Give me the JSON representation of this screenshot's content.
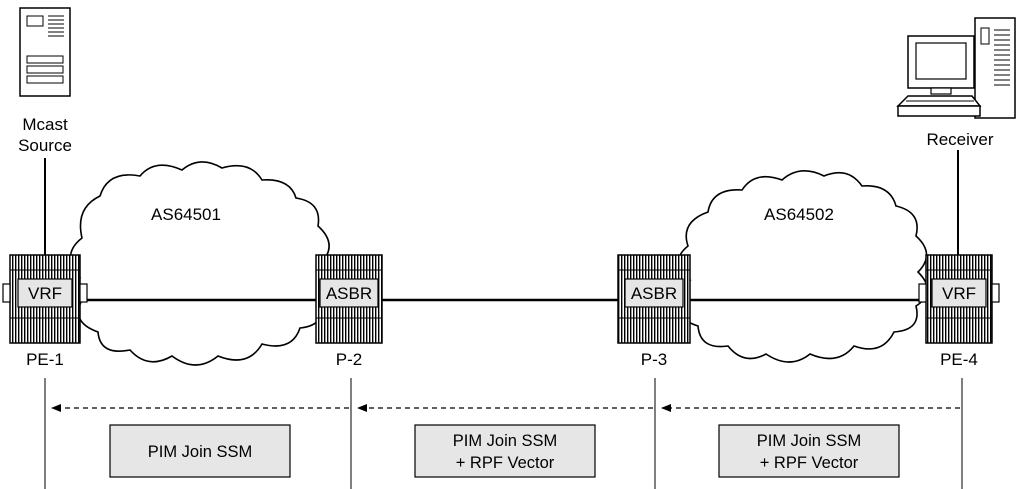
{
  "endpoints": {
    "source": {
      "line1": "Mcast",
      "line2": "Source"
    },
    "receiver": {
      "label": "Receiver"
    }
  },
  "clouds": [
    {
      "label": "AS64501"
    },
    {
      "label": "AS64502"
    }
  ],
  "routers": [
    {
      "tag": "VRF",
      "name": "PE-1"
    },
    {
      "tag": "ASBR",
      "name": "P-2"
    },
    {
      "tag": "ASBR",
      "name": "P-3"
    },
    {
      "tag": "VRF",
      "name": "PE-4"
    }
  ],
  "messages": [
    {
      "line1": "PIM Join SSM",
      "line2": ""
    },
    {
      "line1": "PIM Join SSM",
      "line2": "+ RPF Vector"
    },
    {
      "line1": "PIM Join SSM",
      "line2": "+ RPF Vector"
    }
  ],
  "colors": {
    "box_fill": "#e6e6e6",
    "stroke": "#000000"
  }
}
